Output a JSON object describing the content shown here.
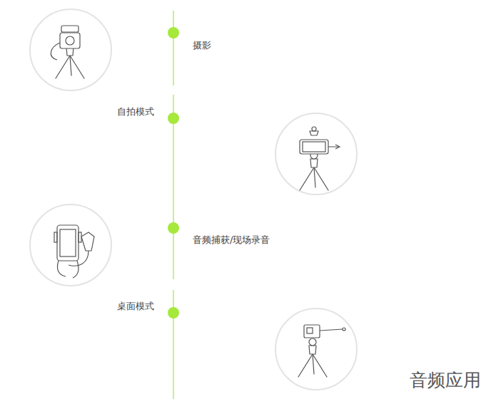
{
  "diagram": {
    "labels": [
      "摄影",
      "自拍模式",
      "音频捕获/现场录音",
      "桌面模式",
      "音频应用"
    ]
  }
}
